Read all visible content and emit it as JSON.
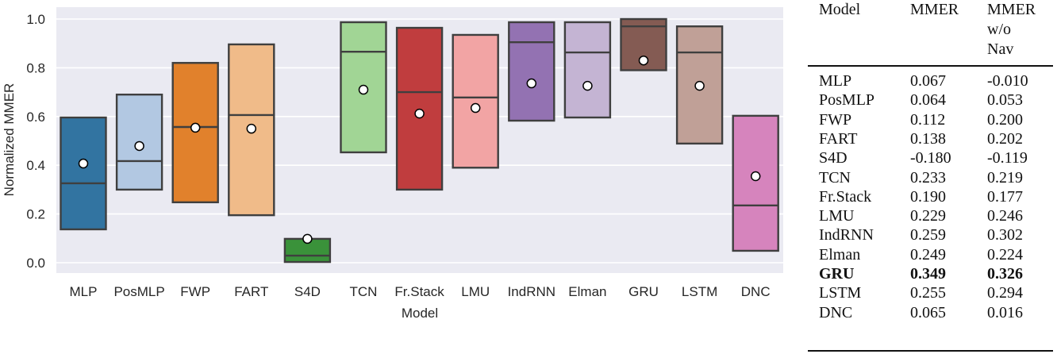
{
  "chart_data": {
    "type": "box",
    "title": "",
    "xlabel": "Model",
    "ylabel": "Normalized MMER",
    "ylim": [
      -0.045,
      1.045
    ],
    "yticks": [
      0.0,
      0.2,
      0.4,
      0.6,
      0.8,
      1.0
    ],
    "ytick_labels": [
      "0.0",
      "0.2",
      "0.4",
      "0.6",
      "0.8",
      "1.0"
    ],
    "grid": true,
    "legend": null,
    "categories": [
      "MLP",
      "PosMLP",
      "FWP",
      "FART",
      "S4D",
      "TCN",
      "Fr.Stack",
      "LMU",
      "IndRNN",
      "Elman",
      "GRU",
      "LSTM",
      "DNC"
    ],
    "series": [
      {
        "name": "MLP",
        "color": "#3274a1",
        "q1": 0.137,
        "median": 0.326,
        "q3": 0.596,
        "mean": 0.407
      },
      {
        "name": "PosMLP",
        "color": "#b2c8e2",
        "q1": 0.3,
        "median": 0.417,
        "q3": 0.69,
        "mean": 0.479
      },
      {
        "name": "FWP",
        "color": "#e1812c",
        "q1": 0.248,
        "median": 0.557,
        "q3": 0.82,
        "mean": 0.554
      },
      {
        "name": "FART",
        "color": "#f0bb89",
        "q1": 0.195,
        "median": 0.606,
        "q3": 0.896,
        "mean": 0.55
      },
      {
        "name": "S4D",
        "color": "#3a923a",
        "q1": 0.003,
        "median": 0.029,
        "q3": 0.098,
        "mean": 0.098
      },
      {
        "name": "TCN",
        "color": "#a1d595",
        "q1": 0.453,
        "median": 0.866,
        "q3": 0.987,
        "mean": 0.71
      },
      {
        "name": "Fr.Stack",
        "color": "#c03d3e",
        "q1": 0.3,
        "median": 0.7,
        "q3": 0.964,
        "mean": 0.612
      },
      {
        "name": "LMU",
        "color": "#f2a4a4",
        "q1": 0.39,
        "median": 0.678,
        "q3": 0.935,
        "mean": 0.635
      },
      {
        "name": "IndRNN",
        "color": "#9372b2",
        "q1": 0.583,
        "median": 0.905,
        "q3": 0.987,
        "mean": 0.736
      },
      {
        "name": "Elman",
        "color": "#c4b4d3",
        "q1": 0.596,
        "median": 0.863,
        "q3": 0.987,
        "mean": 0.726
      },
      {
        "name": "GRU",
        "color": "#845b53",
        "q1": 0.79,
        "median": 0.97,
        "q3": 1.0,
        "mean": 0.83
      },
      {
        "name": "LSTM",
        "color": "#c0a097",
        "q1": 0.489,
        "median": 0.863,
        "q3": 0.97,
        "mean": 0.726
      },
      {
        "name": "DNC",
        "color": "#d684bd",
        "q1": 0.049,
        "median": 0.235,
        "q3": 0.603,
        "mean": 0.355
      }
    ]
  },
  "plot_style": {
    "background": "#eaeaf2",
    "gridline": "#ffffff",
    "box_edge": "#3f3f3f",
    "mean_marker_fill": "#ffffff",
    "mean_marker_edge": "#000000"
  },
  "table": {
    "headers": [
      "Model",
      "MMER",
      "MMER w/o Nav"
    ],
    "header_lines": {
      "model": "Model",
      "mmer": "MMER",
      "mmer_nav_1": "MMER",
      "mmer_nav_2": "w/o",
      "mmer_nav_3": "Nav"
    },
    "rows": [
      {
        "model": "MLP",
        "mmer": "0.067",
        "mmer_wo_nav": "-0.010",
        "bold": false
      },
      {
        "model": "PosMLP",
        "mmer": "0.064",
        "mmer_wo_nav": "0.053",
        "bold": false
      },
      {
        "model": "FWP",
        "mmer": "0.112",
        "mmer_wo_nav": "0.200",
        "bold": false
      },
      {
        "model": "FART",
        "mmer": "0.138",
        "mmer_wo_nav": "0.202",
        "bold": false
      },
      {
        "model": "S4D",
        "mmer": "-0.180",
        "mmer_wo_nav": "-0.119",
        "bold": false
      },
      {
        "model": "TCN",
        "mmer": "0.233",
        "mmer_wo_nav": "0.219",
        "bold": false
      },
      {
        "model": "Fr.Stack",
        "mmer": "0.190",
        "mmer_wo_nav": "0.177",
        "bold": false
      },
      {
        "model": "LMU",
        "mmer": "0.229",
        "mmer_wo_nav": "0.246",
        "bold": false
      },
      {
        "model": "IndRNN",
        "mmer": "0.259",
        "mmer_wo_nav": "0.302",
        "bold": false
      },
      {
        "model": "Elman",
        "mmer": "0.249",
        "mmer_wo_nav": "0.224",
        "bold": false
      },
      {
        "model": "GRU",
        "mmer": "0.349",
        "mmer_wo_nav": "0.326",
        "bold": true
      },
      {
        "model": "LSTM",
        "mmer": "0.255",
        "mmer_wo_nav": "0.294",
        "bold": false
      },
      {
        "model": "DNC",
        "mmer": "0.065",
        "mmer_wo_nav": "0.016",
        "bold": false
      }
    ]
  }
}
